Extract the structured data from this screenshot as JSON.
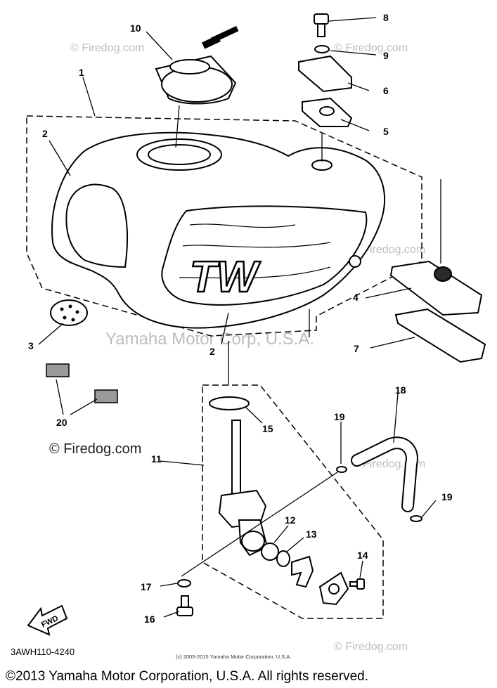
{
  "watermarks": {
    "small": "© Firedog.com",
    "center": "Yamaha Motor Corp, U.S.A.",
    "left_mid": "© Firedog.com"
  },
  "callouts": [
    "1",
    "2",
    "2",
    "3",
    "4",
    "5",
    "6",
    "7",
    "8",
    "9",
    "10",
    "11",
    "12",
    "13",
    "14",
    "15",
    "16",
    "17",
    "18",
    "19",
    "19",
    "20"
  ],
  "tank_logo": "TW",
  "fwd_label": "FWD",
  "part_code": "3AWH110-4240",
  "small_copyright": "(c) 2005-2015 Yamaha Motor Corporation, U.S.A.",
  "copyright": "©2013 Yamaha Motor Corporation, U.S.A. All rights reserved."
}
